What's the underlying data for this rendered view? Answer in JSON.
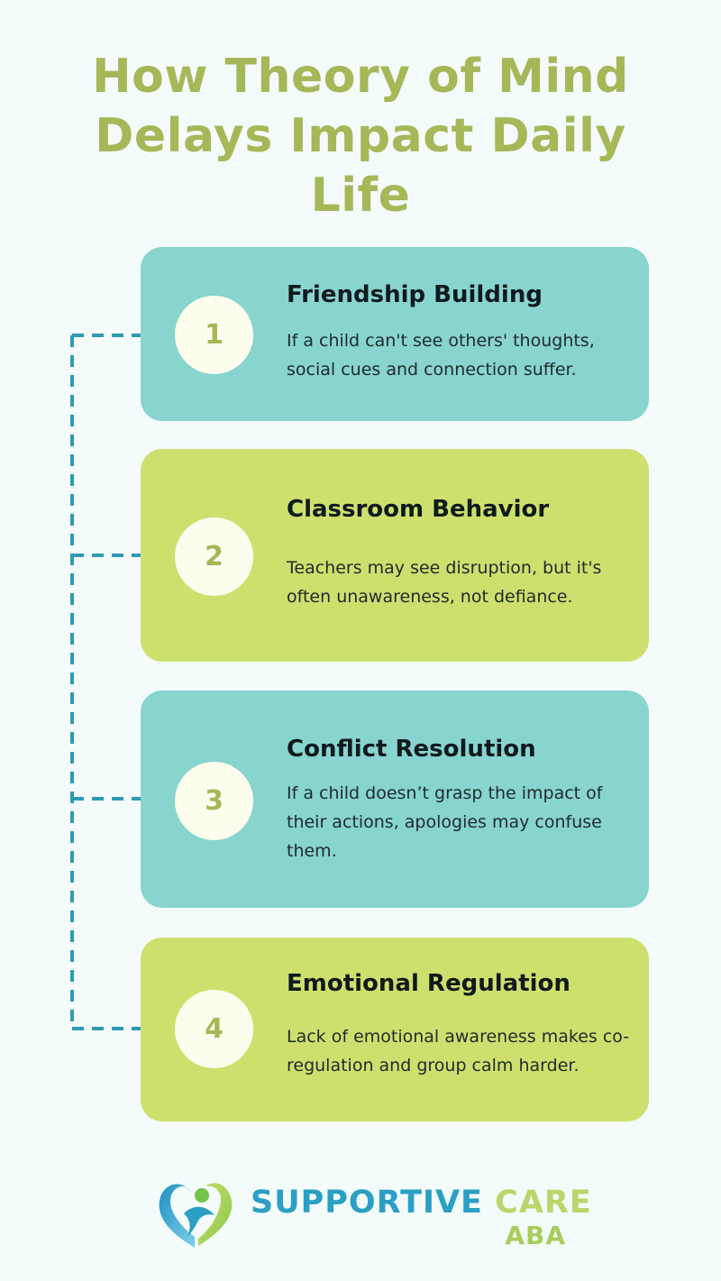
{
  "title": {
    "line1": "How Theory of Mind",
    "line2": "Delays Impact Daily",
    "line3": "Life"
  },
  "cards": [
    {
      "number": "1",
      "title": "Friendship Building",
      "text": "If a child can't see others' thoughts, social cues and connection suffer.",
      "color": "#88d4cf"
    },
    {
      "number": "2",
      "title": "Classroom Behavior",
      "text": "Teachers may see disruption, but it's often unawareness, not defiance.",
      "color": "#cde06e"
    },
    {
      "number": "3",
      "title": "Conflict Resolution",
      "text": "If a child doesn’t grasp the impact of their actions, apologies may confuse them.",
      "color": "#88d4cf"
    },
    {
      "number": "4",
      "title": "Emotional Regulation",
      "text": "Lack of emotional awareness makes co-regulation and group calm harder.",
      "color": "#cde06e"
    }
  ],
  "logo": {
    "word1": "SUPPORTIVE",
    "word2": "CARE",
    "word3": "ABA",
    "icon": "heart-figure-icon"
  },
  "colors": {
    "title": "#a4b857",
    "connector": "#2e9bb4",
    "background": "#f3fbfb"
  }
}
